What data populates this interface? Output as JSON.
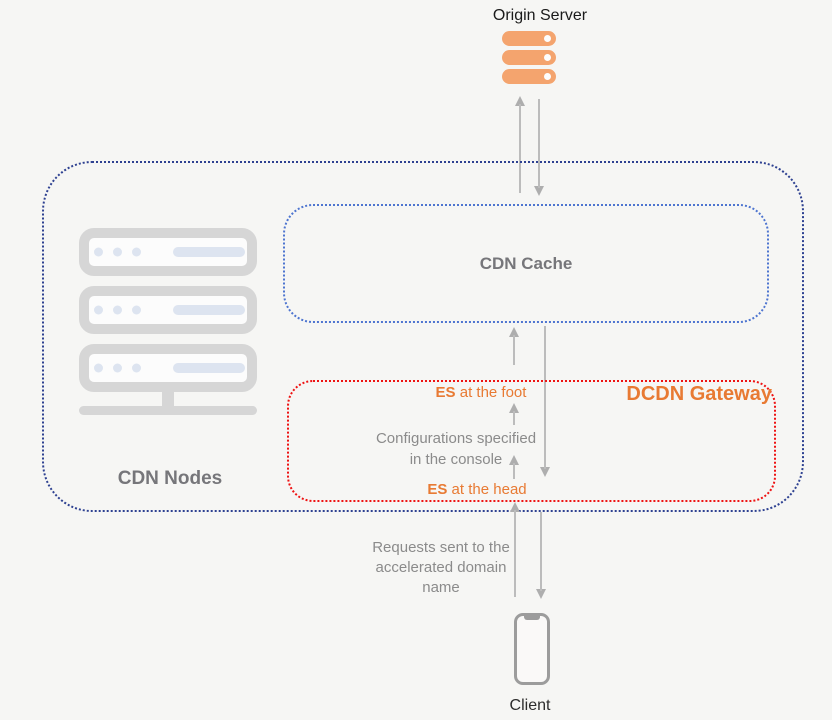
{
  "origin": {
    "label": "Origin Server"
  },
  "client": {
    "label": "Client"
  },
  "cdn_nodes": {
    "label": "CDN Nodes"
  },
  "cdn_cache": {
    "label": "CDN Cache"
  },
  "dcdn_gateway": {
    "label": "DCDN Gateway",
    "es_foot": {
      "em": "ES",
      "rest": " at the foot"
    },
    "es_head": {
      "em": "ES",
      "rest": " at the head"
    },
    "config_note": {
      "line1": "Configurations specified",
      "line2": "in the console"
    }
  },
  "request_note": {
    "line1": "Requests sent to the",
    "line2": "accelerated domain",
    "line3": "name"
  },
  "icons": {
    "origin_server": "server-stack-orange",
    "cdn_servers": "server-rack-gray",
    "client": "smartphone-outline"
  },
  "colors": {
    "background": "#f6f6f4",
    "outer_border": "#2e4191",
    "cache_border": "#4e75d0",
    "gateway_border": "#ee1313",
    "orange_text": "#e87a33",
    "orange_icon": "#f4a46e",
    "gray_text": "#76767a",
    "note_text": "#8b8b8b",
    "arrow": "#bcbcbc",
    "icon_gray": "#d6d6d6",
    "icon_accent": "#dde4f0"
  }
}
